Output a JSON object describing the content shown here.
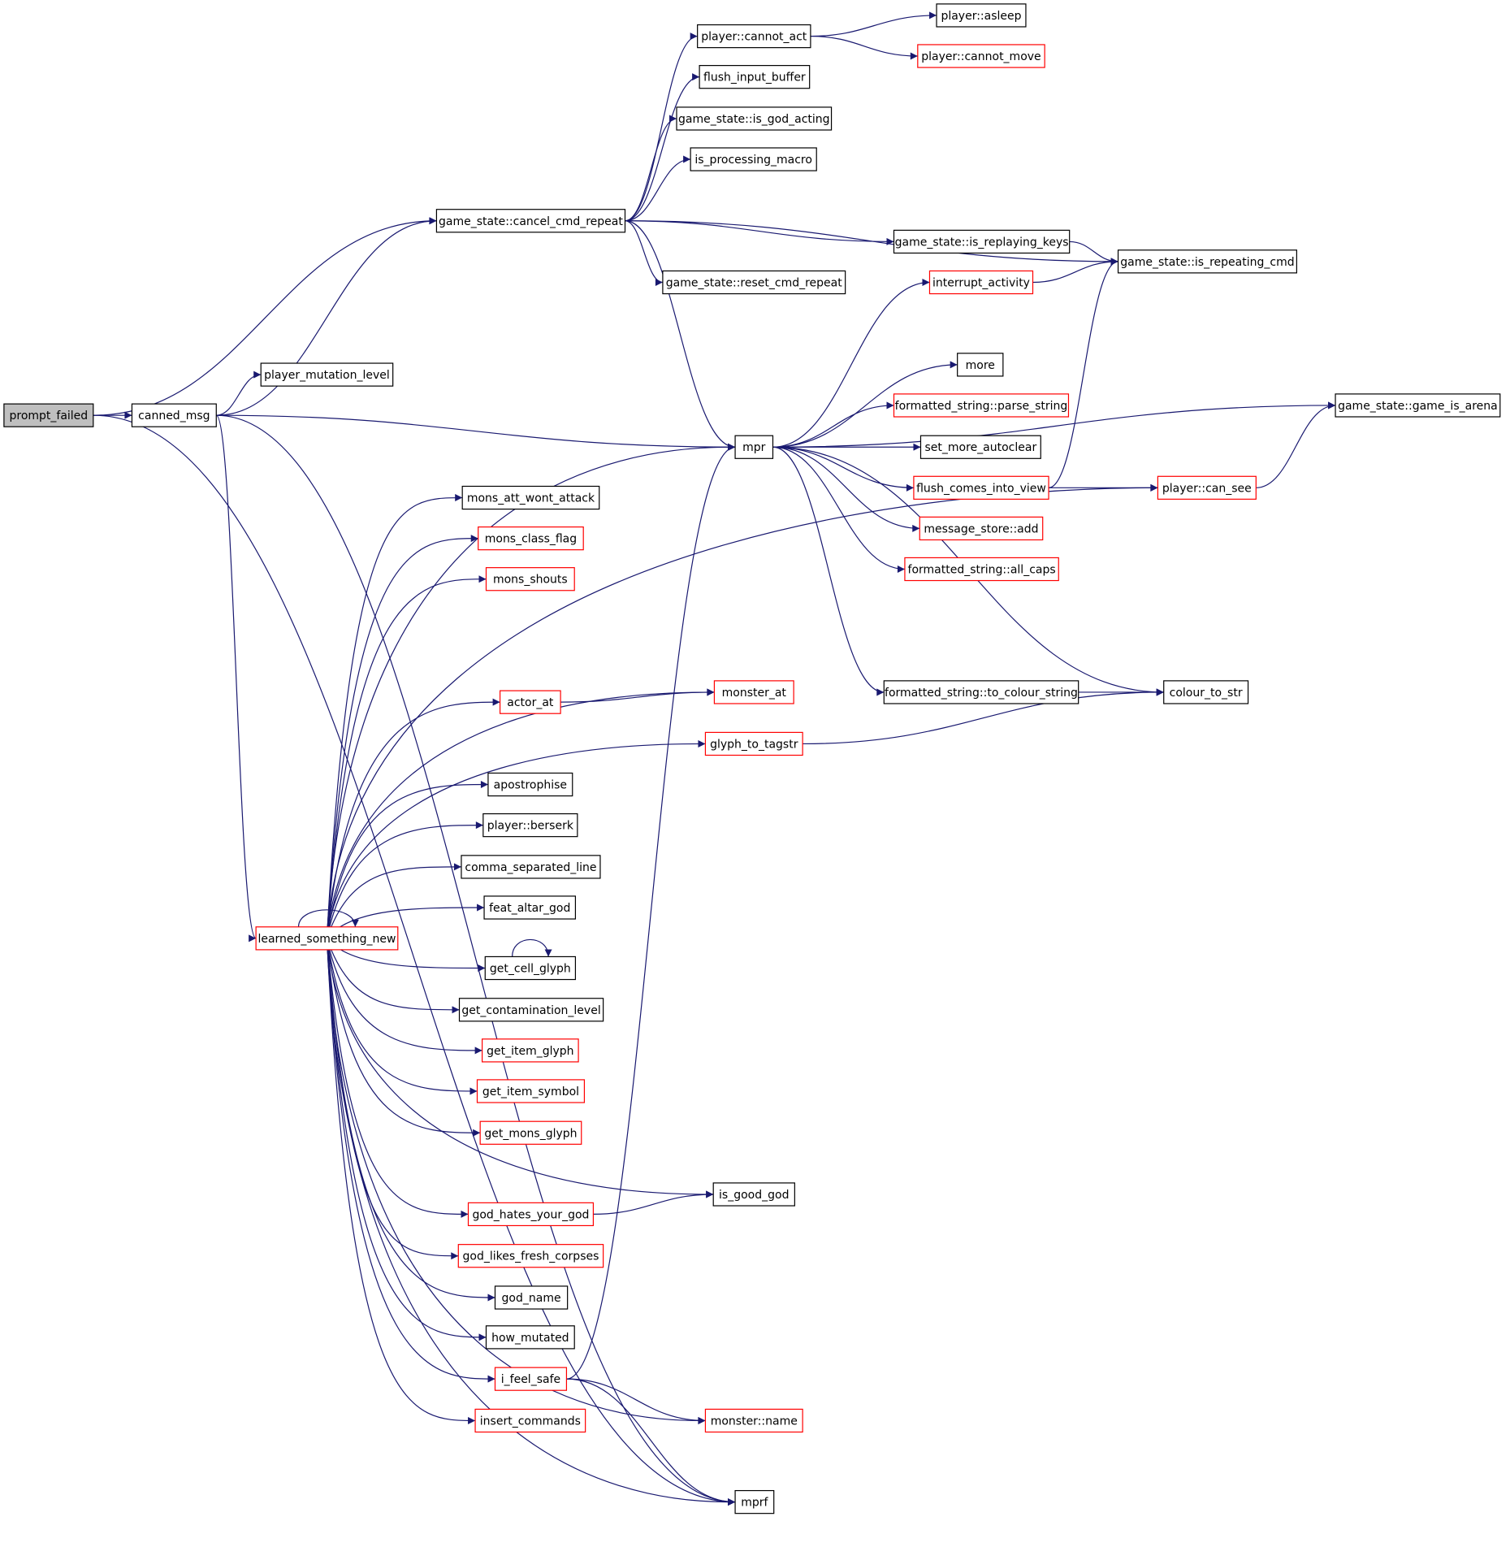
{
  "colors": {
    "edge": "#191970",
    "node_border_black": "#000000",
    "node_border_red": "#ff0000",
    "root_fill": "#bfbfbf",
    "node_fill": "#ffffff"
  },
  "nodes": [
    {
      "id": "prompt_failed",
      "label": "prompt_failed",
      "style": "root"
    },
    {
      "id": "canned_msg",
      "label": "canned_msg",
      "style": "black"
    },
    {
      "id": "player_mutation_level",
      "label": "player_mutation_level",
      "style": "black"
    },
    {
      "id": "cancel_cmd_repeat",
      "label": "game_state::cancel_cmd_repeat",
      "style": "black"
    },
    {
      "id": "cannot_act",
      "label": "player::cannot_act",
      "style": "black"
    },
    {
      "id": "asleep",
      "label": "player::asleep",
      "style": "black"
    },
    {
      "id": "cannot_move",
      "label": "player::cannot_move",
      "style": "red"
    },
    {
      "id": "flush_input_buffer",
      "label": "flush_input_buffer",
      "style": "black"
    },
    {
      "id": "is_god_acting",
      "label": "game_state::is_god_acting",
      "style": "black"
    },
    {
      "id": "is_processing_macro",
      "label": "is_processing_macro",
      "style": "black"
    },
    {
      "id": "is_replaying_keys",
      "label": "game_state::is_replaying_keys",
      "style": "black"
    },
    {
      "id": "is_repeating_cmd",
      "label": "game_state::is_repeating_cmd",
      "style": "black"
    },
    {
      "id": "reset_cmd_repeat",
      "label": "game_state::reset_cmd_repeat",
      "style": "black"
    },
    {
      "id": "interrupt_activity",
      "label": "interrupt_activity",
      "style": "red"
    },
    {
      "id": "more",
      "label": "more",
      "style": "black"
    },
    {
      "id": "parse_string",
      "label": "formatted_string::parse_string",
      "style": "red"
    },
    {
      "id": "game_is_arena",
      "label": "game_state::game_is_arena",
      "style": "black"
    },
    {
      "id": "mpr",
      "label": "mpr",
      "style": "black"
    },
    {
      "id": "set_more_autoclear",
      "label": "set_more_autoclear",
      "style": "black"
    },
    {
      "id": "flush_comes_into_view",
      "label": "flush_comes_into_view",
      "style": "red"
    },
    {
      "id": "can_see",
      "label": "player::can_see",
      "style": "red"
    },
    {
      "id": "message_store_add",
      "label": "message_store::add",
      "style": "red"
    },
    {
      "id": "all_caps",
      "label": "formatted_string::all_caps",
      "style": "red"
    },
    {
      "id": "to_colour_string",
      "label": "formatted_string::to_colour_string",
      "style": "black"
    },
    {
      "id": "colour_to_str",
      "label": "colour_to_str",
      "style": "black"
    },
    {
      "id": "mons_att_wont_attack",
      "label": "mons_att_wont_attack",
      "style": "black"
    },
    {
      "id": "mons_class_flag",
      "label": "mons_class_flag",
      "style": "red"
    },
    {
      "id": "mons_shouts",
      "label": "mons_shouts",
      "style": "red"
    },
    {
      "id": "monster_at",
      "label": "monster_at",
      "style": "red"
    },
    {
      "id": "actor_at",
      "label": "actor_at",
      "style": "red"
    },
    {
      "id": "glyph_to_tagstr",
      "label": "glyph_to_tagstr",
      "style": "red"
    },
    {
      "id": "apostrophise",
      "label": "apostrophise",
      "style": "black"
    },
    {
      "id": "berserk",
      "label": "player::berserk",
      "style": "black"
    },
    {
      "id": "comma_separated_line",
      "label": "comma_separated_line",
      "style": "black"
    },
    {
      "id": "feat_altar_god",
      "label": "feat_altar_god",
      "style": "black"
    },
    {
      "id": "learned_something_new",
      "label": "learned_something_new",
      "style": "red"
    },
    {
      "id": "get_cell_glyph",
      "label": "get_cell_glyph",
      "style": "black"
    },
    {
      "id": "get_contamination_level",
      "label": "get_contamination_level",
      "style": "black"
    },
    {
      "id": "get_item_glyph",
      "label": "get_item_glyph",
      "style": "red"
    },
    {
      "id": "get_item_symbol",
      "label": "get_item_symbol",
      "style": "red"
    },
    {
      "id": "get_mons_glyph",
      "label": "get_mons_glyph",
      "style": "red"
    },
    {
      "id": "is_good_god",
      "label": "is_good_god",
      "style": "black"
    },
    {
      "id": "god_hates_your_god",
      "label": "god_hates_your_god",
      "style": "red"
    },
    {
      "id": "god_likes_fresh_corpses",
      "label": "god_likes_fresh_corpses",
      "style": "red"
    },
    {
      "id": "god_name",
      "label": "god_name",
      "style": "black"
    },
    {
      "id": "how_mutated",
      "label": "how_mutated",
      "style": "black"
    },
    {
      "id": "i_feel_safe",
      "label": "i_feel_safe",
      "style": "red"
    },
    {
      "id": "insert_commands",
      "label": "insert_commands",
      "style": "red"
    },
    {
      "id": "monster_name",
      "label": "monster::name",
      "style": "red"
    },
    {
      "id": "mprf",
      "label": "mprf",
      "style": "black"
    }
  ],
  "edges": [
    [
      "prompt_failed",
      "canned_msg"
    ],
    [
      "prompt_failed",
      "cancel_cmd_repeat"
    ],
    [
      "prompt_failed",
      "mprf"
    ],
    [
      "canned_msg",
      "player_mutation_level"
    ],
    [
      "canned_msg",
      "cancel_cmd_repeat"
    ],
    [
      "canned_msg",
      "mpr"
    ],
    [
      "canned_msg",
      "learned_something_new"
    ],
    [
      "canned_msg",
      "mprf"
    ],
    [
      "cancel_cmd_repeat",
      "cannot_act"
    ],
    [
      "cancel_cmd_repeat",
      "flush_input_buffer"
    ],
    [
      "cancel_cmd_repeat",
      "is_god_acting"
    ],
    [
      "cancel_cmd_repeat",
      "is_processing_macro"
    ],
    [
      "cancel_cmd_repeat",
      "is_repeating_cmd"
    ],
    [
      "cancel_cmd_repeat",
      "is_replaying_keys"
    ],
    [
      "cancel_cmd_repeat",
      "reset_cmd_repeat"
    ],
    [
      "cancel_cmd_repeat",
      "mpr"
    ],
    [
      "cannot_act",
      "asleep"
    ],
    [
      "cannot_act",
      "cannot_move"
    ],
    [
      "is_replaying_keys",
      "is_repeating_cmd"
    ],
    [
      "interrupt_activity",
      "is_repeating_cmd"
    ],
    [
      "mpr",
      "interrupt_activity"
    ],
    [
      "mpr",
      "more"
    ],
    [
      "mpr",
      "game_is_arena"
    ],
    [
      "mpr",
      "parse_string"
    ],
    [
      "mpr",
      "set_more_autoclear"
    ],
    [
      "mpr",
      "flush_comes_into_view"
    ],
    [
      "mpr",
      "message_store_add"
    ],
    [
      "mpr",
      "all_caps"
    ],
    [
      "mpr",
      "to_colour_string"
    ],
    [
      "mpr",
      "colour_to_str"
    ],
    [
      "flush_comes_into_view",
      "is_repeating_cmd"
    ],
    [
      "flush_comes_into_view",
      "can_see"
    ],
    [
      "can_see",
      "game_is_arena"
    ],
    [
      "to_colour_string",
      "colour_to_str"
    ],
    [
      "glyph_to_tagstr",
      "colour_to_str"
    ],
    [
      "actor_at",
      "monster_at"
    ],
    [
      "learned_something_new",
      "mpr"
    ],
    [
      "learned_something_new",
      "mons_att_wont_attack"
    ],
    [
      "learned_something_new",
      "mons_class_flag"
    ],
    [
      "learned_something_new",
      "mons_shouts"
    ],
    [
      "learned_something_new",
      "can_see"
    ],
    [
      "learned_something_new",
      "monster_at"
    ],
    [
      "learned_something_new",
      "actor_at"
    ],
    [
      "learned_something_new",
      "glyph_to_tagstr"
    ],
    [
      "learned_something_new",
      "apostrophise"
    ],
    [
      "learned_something_new",
      "berserk"
    ],
    [
      "learned_something_new",
      "comma_separated_line"
    ],
    [
      "learned_something_new",
      "feat_altar_god"
    ],
    [
      "learned_something_new",
      "learned_something_new"
    ],
    [
      "learned_something_new",
      "get_cell_glyph"
    ],
    [
      "learned_something_new",
      "get_contamination_level"
    ],
    [
      "learned_something_new",
      "get_item_glyph"
    ],
    [
      "learned_something_new",
      "get_item_symbol"
    ],
    [
      "learned_something_new",
      "get_mons_glyph"
    ],
    [
      "learned_something_new",
      "is_good_god"
    ],
    [
      "learned_something_new",
      "god_hates_your_god"
    ],
    [
      "learned_something_new",
      "god_likes_fresh_corpses"
    ],
    [
      "learned_something_new",
      "god_name"
    ],
    [
      "learned_something_new",
      "how_mutated"
    ],
    [
      "learned_something_new",
      "i_feel_safe"
    ],
    [
      "learned_something_new",
      "insert_commands"
    ],
    [
      "learned_something_new",
      "monster_name"
    ],
    [
      "learned_something_new",
      "mprf"
    ],
    [
      "get_cell_glyph",
      "get_cell_glyph"
    ],
    [
      "god_hates_your_god",
      "is_good_god"
    ],
    [
      "i_feel_safe",
      "mpr"
    ],
    [
      "i_feel_safe",
      "monster_name"
    ],
    [
      "i_feel_safe",
      "mprf"
    ]
  ]
}
